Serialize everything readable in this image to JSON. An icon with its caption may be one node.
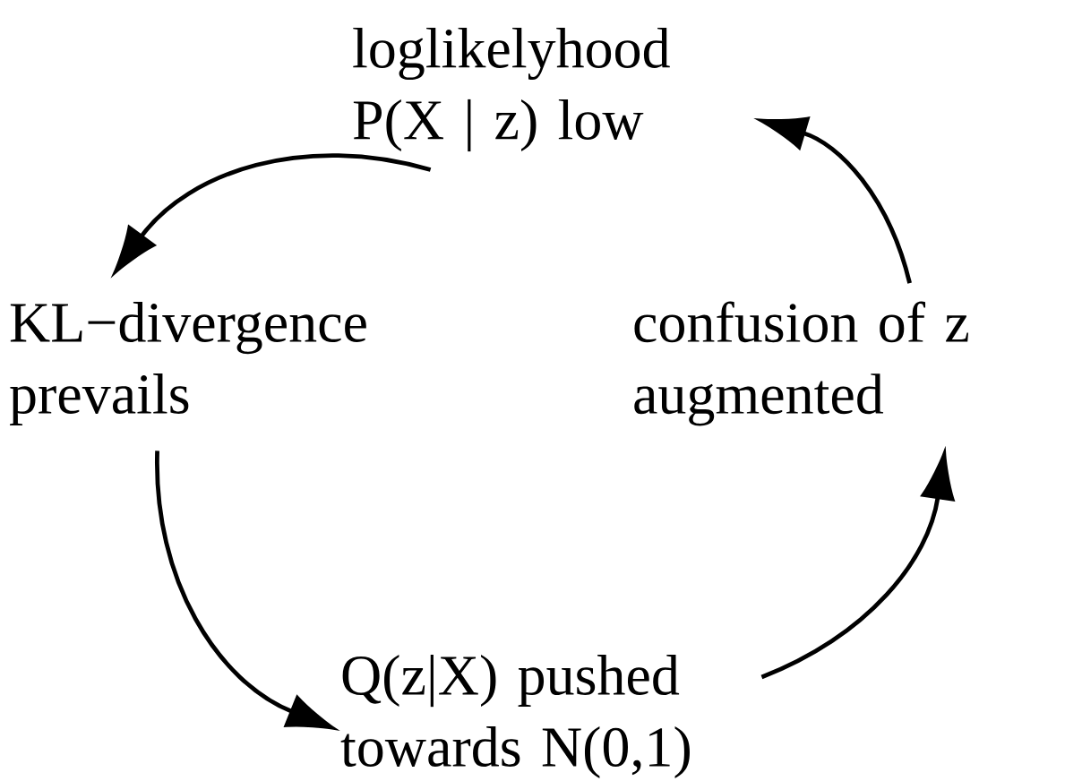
{
  "diagram": {
    "nodes": [
      {
        "text": [
          "loglikelyhood P(X | z) low"
        ]
      },
      {
        "text": [
          "KL−divergence prevails"
        ]
      },
      {
        "text": [
          "Q(z|X) pushed towards N(0,1)"
        ]
      },
      {
        "text": [
          "confusion of z augmented"
        ]
      }
    ],
    "edges": [
      {
        "from": 0,
        "to": 1,
        "arrow": "to"
      },
      {
        "from": 1,
        "to": 2,
        "arrow": "to"
      },
      {
        "from": 2,
        "to": 3,
        "arrow": "to"
      },
      {
        "from": 3,
        "to": 0,
        "arrow": "to"
      }
    ]
  }
}
